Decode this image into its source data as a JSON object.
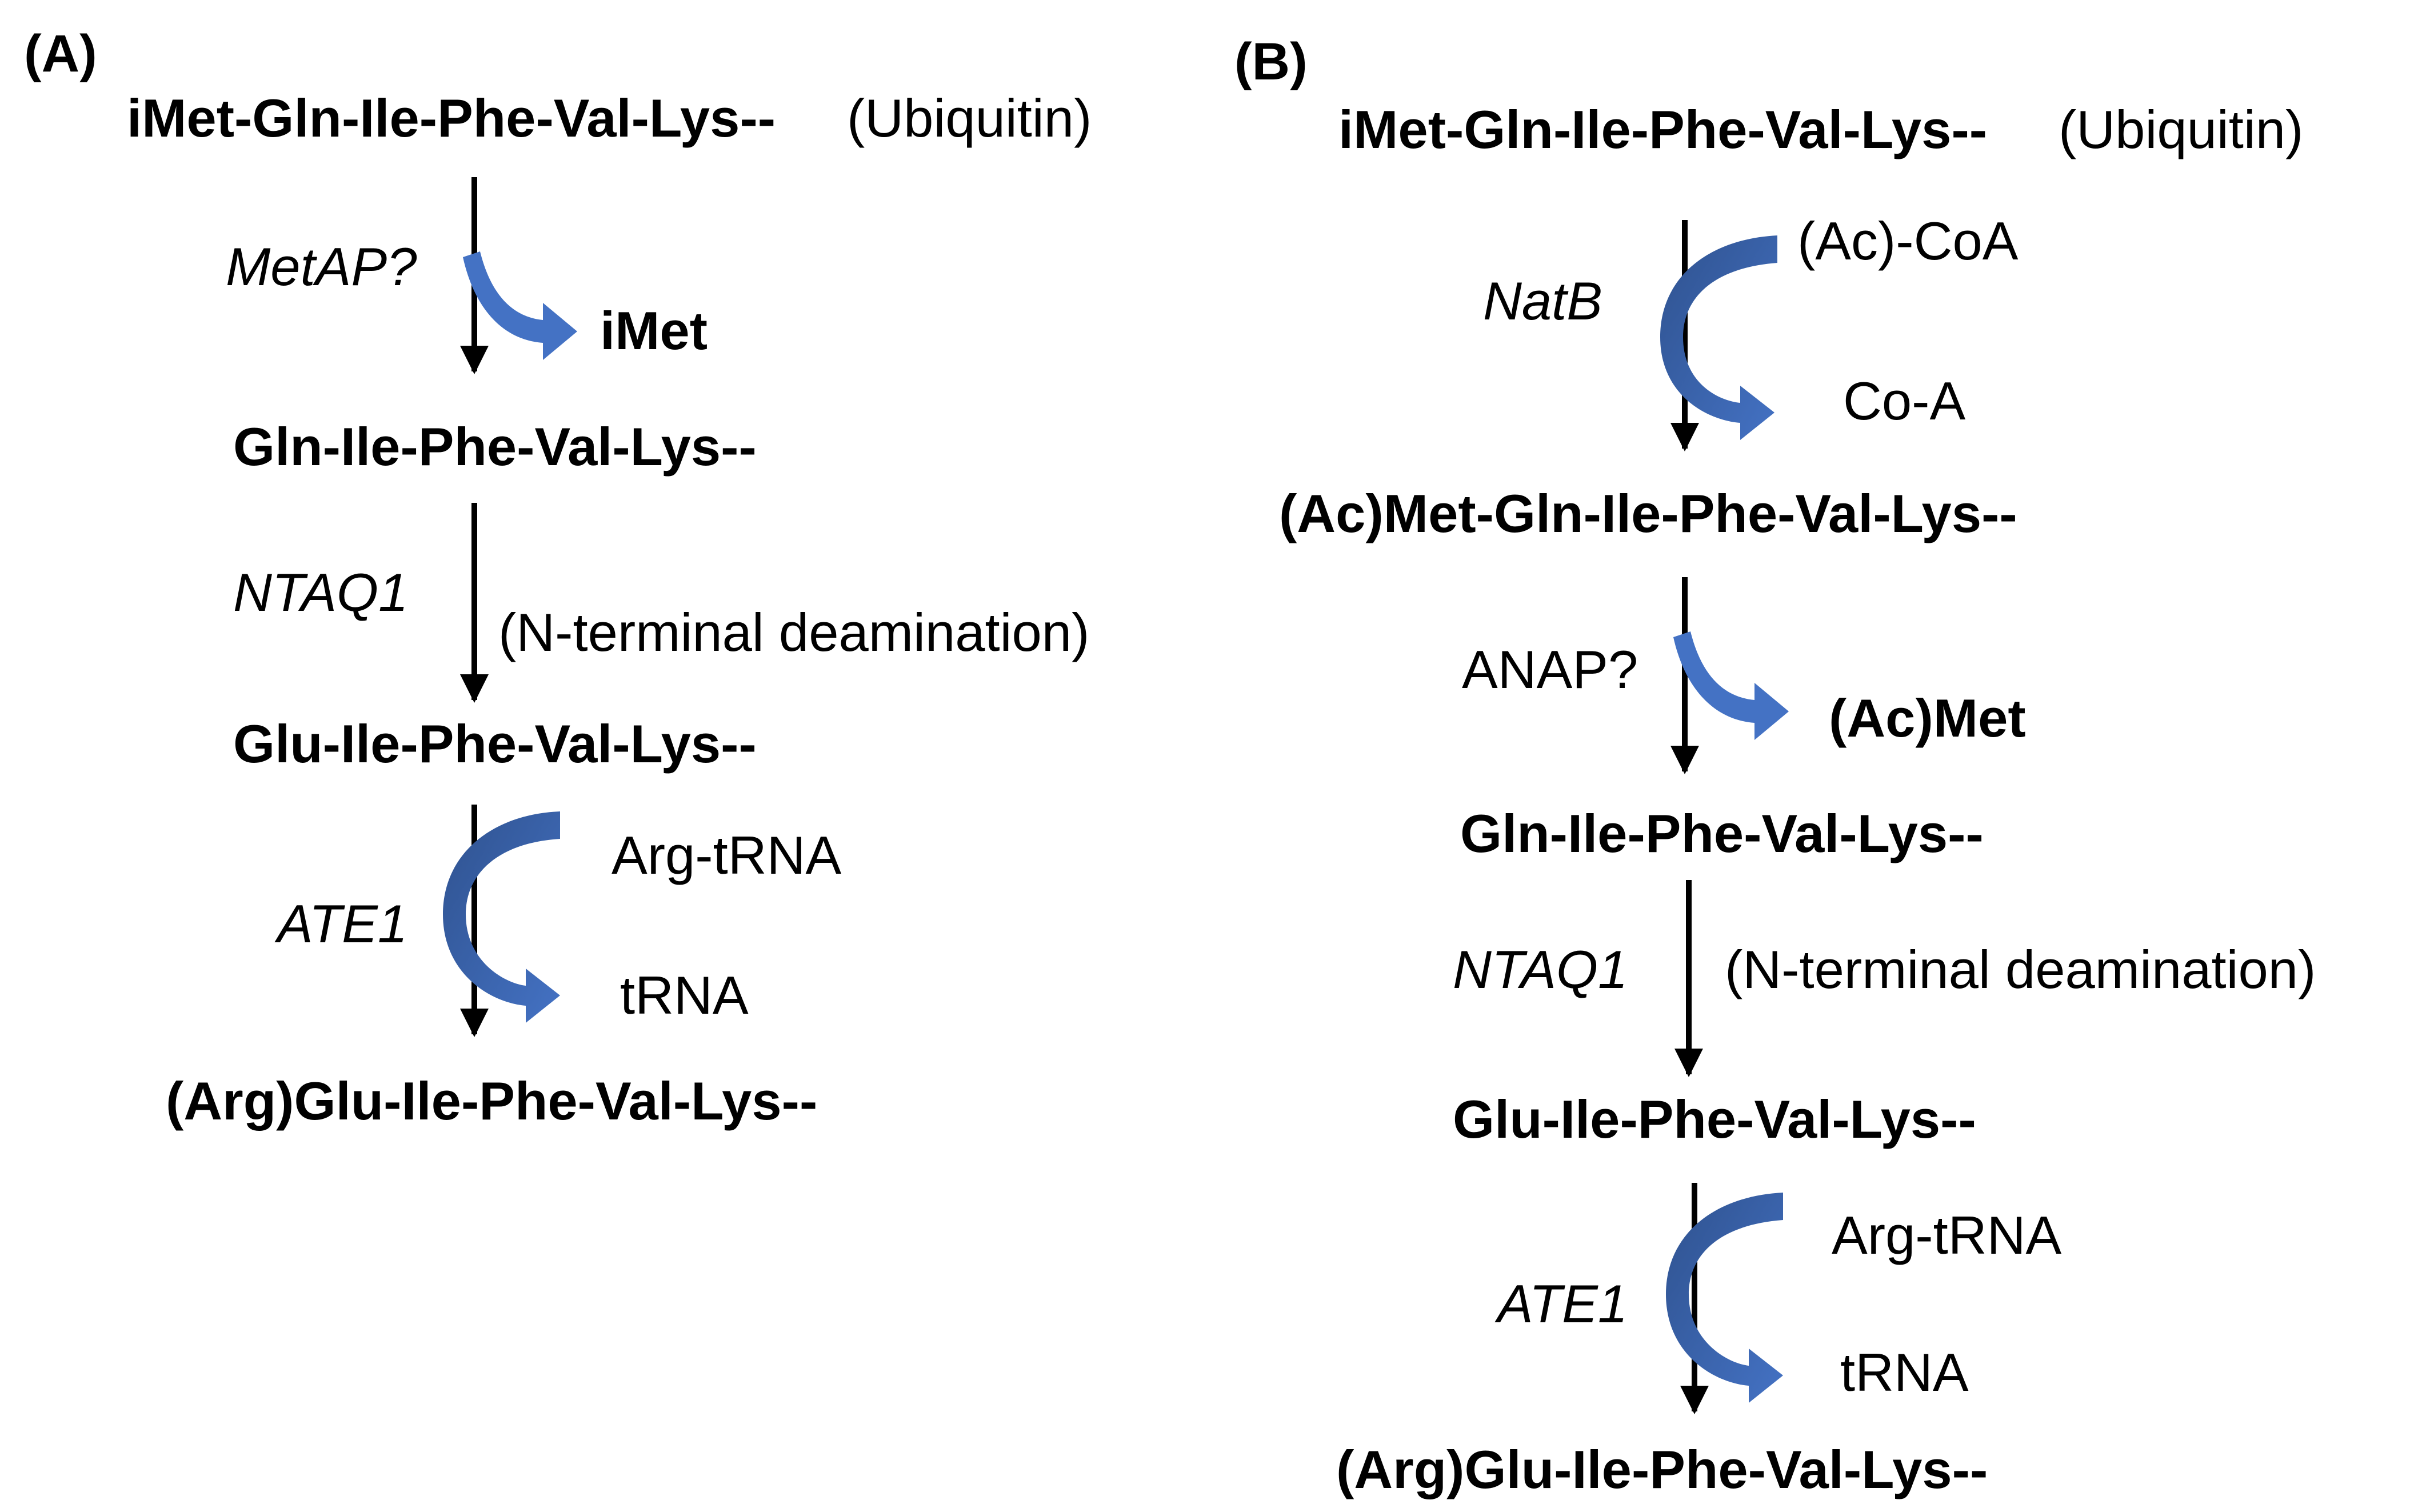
{
  "colors": {
    "text": "#000000",
    "arrow": "#000000",
    "curved_arrow": "#4472C4",
    "curved_arrow_dark": "#2F528F",
    "background": "#FFFFFF"
  },
  "panel_a": {
    "label": "(A)",
    "seq_start": "iMet-Gln-Ile-Phe-Val-Lys--",
    "seq_start_note": "(Ubiquitin)",
    "step1": {
      "enzyme": "MetAP?",
      "product_released": "iMet"
    },
    "seq_2": "Gln-Ile-Phe-Val-Lys--",
    "step2": {
      "enzyme": "NTAQ1",
      "note": "(N-terminal deamination)"
    },
    "seq_3": "Glu-Ile-Phe-Val-Lys--",
    "step3": {
      "enzyme": "ATE1",
      "substrate_in": "Arg-tRNA",
      "product_out": "tRNA"
    },
    "seq_end": "(Arg)Glu-Ile-Phe-Val-Lys--"
  },
  "panel_b": {
    "label": "(B)",
    "seq_start": "iMet-Gln-Ile-Phe-Val-Lys--",
    "seq_start_note": "(Ubiquitin)",
    "step1": {
      "enzyme": "NatB",
      "substrate_in": "(Ac)-CoA",
      "product_out": "Co-A"
    },
    "seq_2": "(Ac)Met-Gln-Ile-Phe-Val-Lys--",
    "step2": {
      "enzyme": "ANAP?",
      "product_released": "(Ac)Met"
    },
    "seq_3": "Gln-Ile-Phe-Val-Lys--",
    "step3": {
      "enzyme": "NTAQ1",
      "note": "(N-terminal deamination)"
    },
    "seq_4": "Glu-Ile-Phe-Val-Lys--",
    "step4": {
      "enzyme": "ATE1",
      "substrate_in": "Arg-tRNA",
      "product_out": "tRNA"
    },
    "seq_end": "(Arg)Glu-Ile-Phe-Val-Lys--"
  }
}
